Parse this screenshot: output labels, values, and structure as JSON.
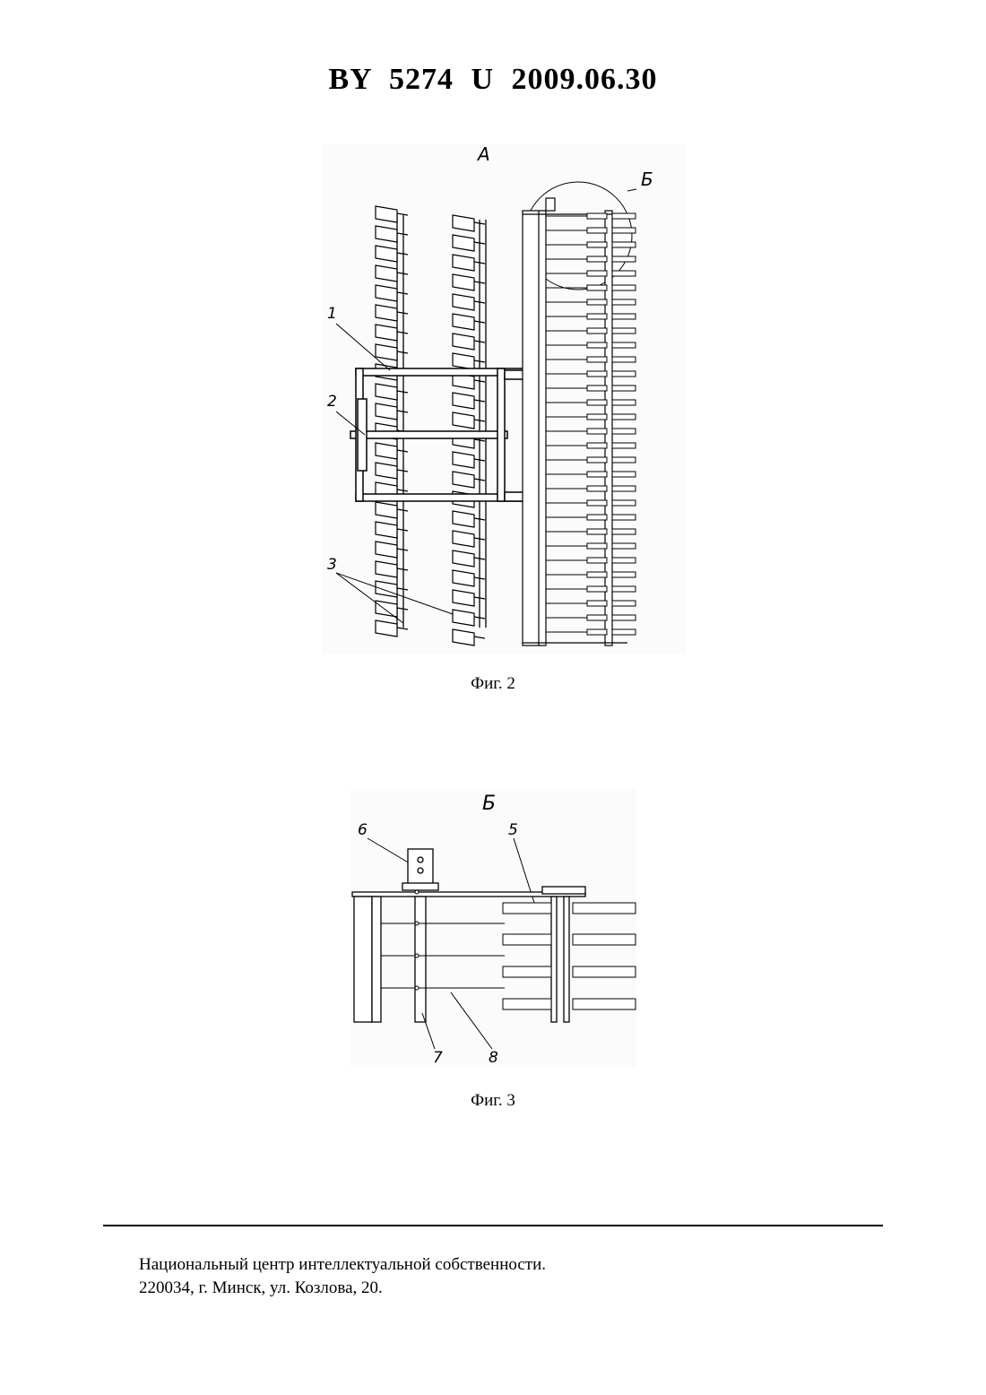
{
  "header": {
    "title": "BY 5274 U 2009.06.30"
  },
  "figure2": {
    "caption": "Фиг. 2",
    "view_label": "А",
    "detail_label": "Б",
    "callouts": [
      "1",
      "2",
      "3"
    ]
  },
  "figure3": {
    "caption": "Фиг. 3",
    "view_label": "Б",
    "callouts": [
      "6",
      "5",
      "7",
      "8"
    ]
  },
  "footer": {
    "line1": "Национальный центр интеллектуальной собственности.",
    "line2": "220034, г. Минск, ул. Козлова, 20."
  }
}
